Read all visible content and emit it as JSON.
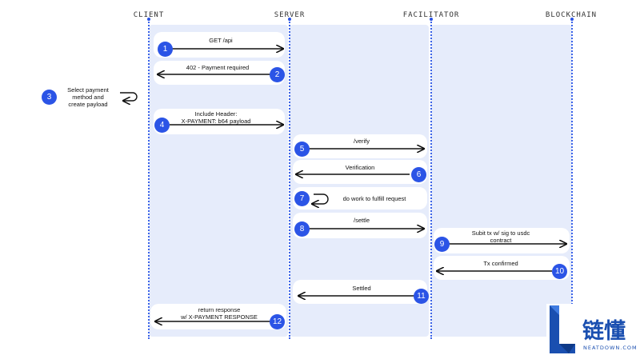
{
  "lanes": {
    "client": "CLIENT",
    "server": "SERVER",
    "facilitator": "FACILITATOR",
    "blockchain": "BLOCKCHAIN"
  },
  "steps": [
    {
      "num": "1",
      "text": "GET /api"
    },
    {
      "num": "2",
      "text": "402 - Payment required"
    },
    {
      "num": "3",
      "line1": "Select payment",
      "line2": "method and",
      "line3": "create payload"
    },
    {
      "num": "4",
      "line1": "Include Header:",
      "line2": "X-PAYMENT: b64 payload"
    },
    {
      "num": "5",
      "text": "/verify"
    },
    {
      "num": "6",
      "text": "Verification"
    },
    {
      "num": "7",
      "text": "do work to fulfill request"
    },
    {
      "num": "8",
      "text": "/settle"
    },
    {
      "num": "9",
      "line1": "Subit tx w/ sig to usdc",
      "line2": "contract"
    },
    {
      "num": "10",
      "text": "Tx confirmed"
    },
    {
      "num": "11",
      "text": "Settled"
    },
    {
      "num": "12",
      "line1": "return response",
      "line2": "w/ X-PAYMENT RESPONSE"
    }
  ],
  "watermark": {
    "cn": "链懂",
    "en": "NEATDOWN.COM"
  },
  "colors": {
    "accent": "#2b54e6",
    "lane": "#e6ecfb",
    "arrow": "#111111"
  }
}
